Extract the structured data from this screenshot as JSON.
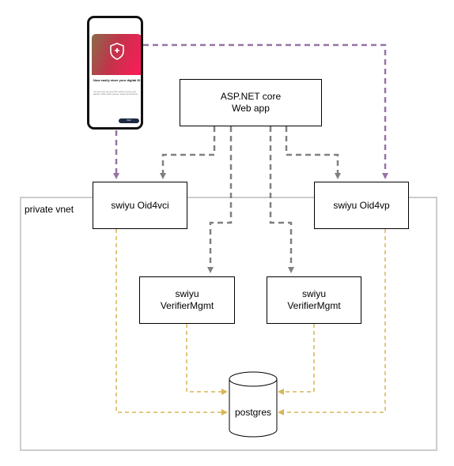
{
  "phone": {
    "heading": "Now easily store your digital ID",
    "body": "You can now use your ID in order to prove your identity online and in person, easily and securely.",
    "button": "Start"
  },
  "region": {
    "label": "private vnet"
  },
  "nodes": {
    "webapp": {
      "line1": "ASP.NET core",
      "line2": "Web app"
    },
    "oid4vci": {
      "label": "swiyu Oid4vci"
    },
    "oid4vp": {
      "label": "swiyu Oid4vp"
    },
    "verifier_left": {
      "line1": "swiyu",
      "line2": "VerifierMgmt"
    },
    "verifier_right": {
      "line1": "swiyu",
      "line2": "VerifierMgmt"
    },
    "postgres": {
      "label": "postgres"
    }
  },
  "colors": {
    "phone_links": "#9673a6",
    "webapp_links": "#808080",
    "db_links": "#d6b656",
    "region_border": "#cccccc"
  }
}
